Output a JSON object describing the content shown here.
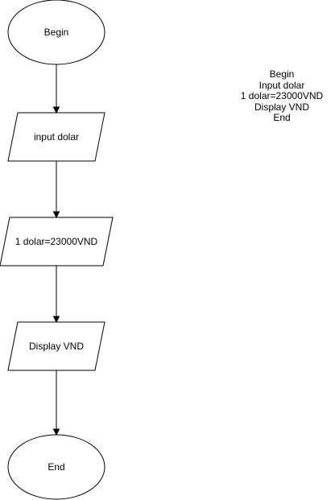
{
  "flowchart": {
    "nodes": [
      {
        "id": "begin",
        "shape": "ellipse",
        "label": "Begin"
      },
      {
        "id": "input",
        "shape": "parallelogram",
        "label": "input dolar"
      },
      {
        "id": "convert",
        "shape": "parallelogram",
        "label": "1 dolar=23000VND"
      },
      {
        "id": "display",
        "shape": "parallelogram",
        "label": "Display VND"
      },
      {
        "id": "end",
        "shape": "ellipse",
        "label": "End"
      }
    ],
    "edges": [
      {
        "from": "begin",
        "to": "input"
      },
      {
        "from": "input",
        "to": "convert"
      },
      {
        "from": "convert",
        "to": "display"
      },
      {
        "from": "display",
        "to": "end"
      }
    ]
  },
  "note": {
    "lines": [
      "Begin",
      "Input dolar",
      "1 dolar=23000VND",
      "Display VND",
      "End"
    ]
  },
  "colors": {
    "stroke": "#000000",
    "fill": "#ffffff",
    "background": "#ffffff"
  }
}
